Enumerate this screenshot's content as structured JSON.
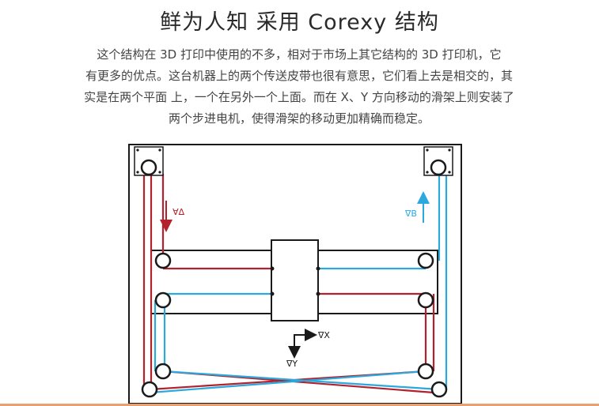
{
  "title": "鲜为人知 采用 Corexy 结构",
  "description": {
    "line1": "这个结构在 3D 打印中使用的不多，相对于市场上其它结构的 3D 打印机，它",
    "line2": "有更多的优点。这台机器上的两个传送皮带也很有意思，它们看上去是相交的，其",
    "line3": "实是在两个平面 上，一个在另外一个上面。而在 X、Y 方向移动的滑架上则安装了",
    "line4": "两个步进电机，使得滑架的移动更加精确而稳定。"
  },
  "diagram": {
    "labels": {
      "motor_a": "∇A",
      "motor_b": "∇B",
      "axis_x": "∇X",
      "axis_y": "∇Y"
    },
    "colors": {
      "belt_a": "#b3202e",
      "belt_b": "#2ba8dc",
      "frame": "#1a1a1a"
    }
  }
}
